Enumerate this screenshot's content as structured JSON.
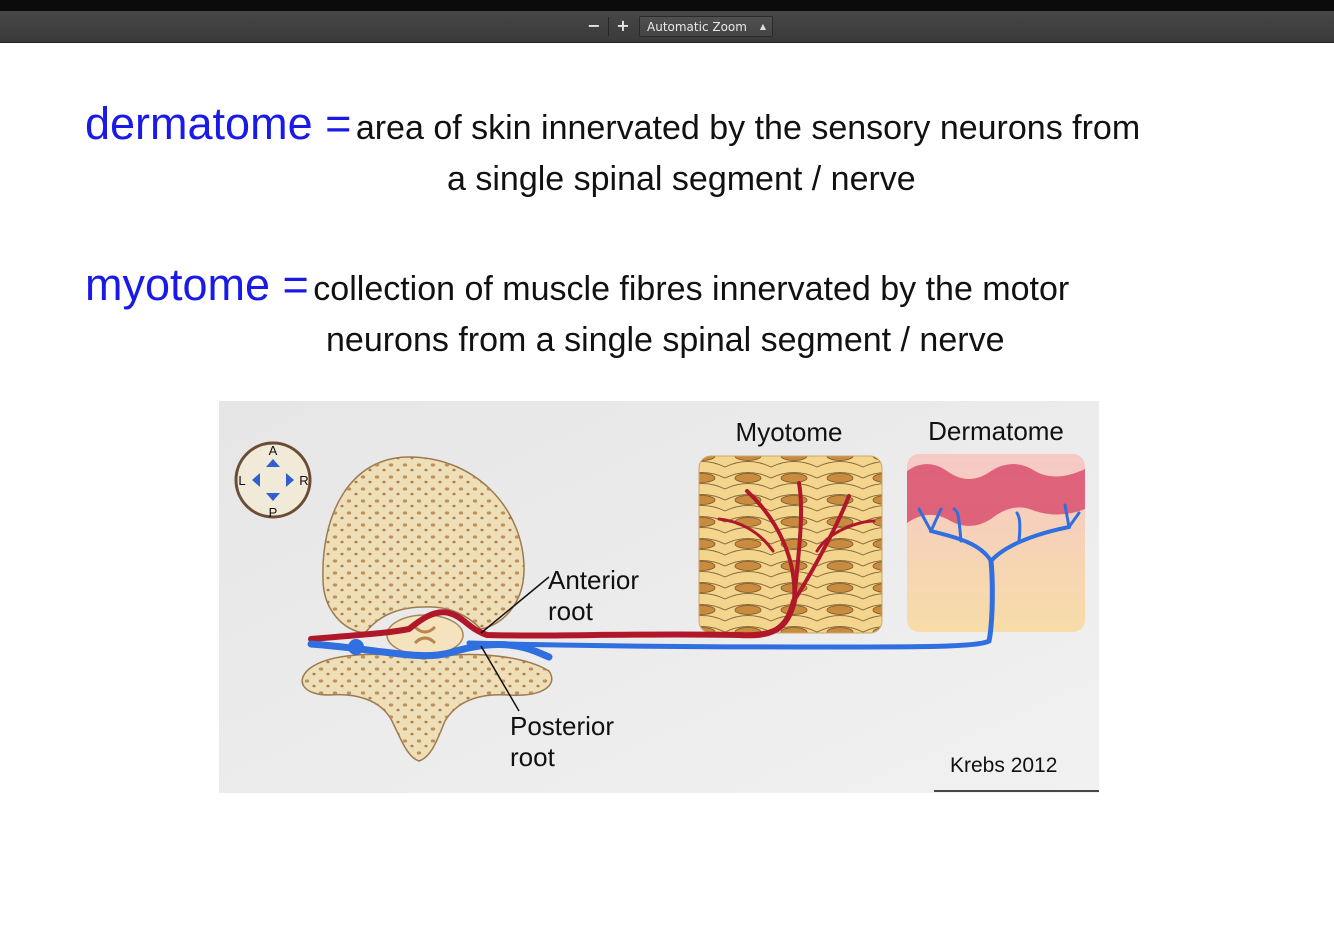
{
  "toolbar": {
    "zoom_out_label": "−",
    "zoom_in_label": "+",
    "zoom_value": "Automatic Zoom"
  },
  "slide": {
    "dermatome": {
      "term": "dermatome =",
      "desc_line1": "area of skin innervated by the sensory neurons from",
      "desc_line2": "a single spinal segment / nerve"
    },
    "myotome": {
      "term": "myotome =",
      "desc_line1": "collection of muscle fibres innervated by the motor",
      "desc_line2": "neurons from a single spinal segment / nerve"
    }
  },
  "figure": {
    "compass": {
      "a": "A",
      "p": "P",
      "l": "L",
      "r": "R"
    },
    "label_myotome": "Myotome",
    "label_dermatome": "Dermatome",
    "label_anterior_1": "Anterior",
    "label_anterior_2": "root",
    "label_posterior_1": "Posterior",
    "label_posterior_2": "root",
    "credit": "Krebs 2012",
    "colors": {
      "motor": "#b0182a",
      "sensory": "#2f6fe0",
      "bone": "#efdfb8"
    }
  }
}
